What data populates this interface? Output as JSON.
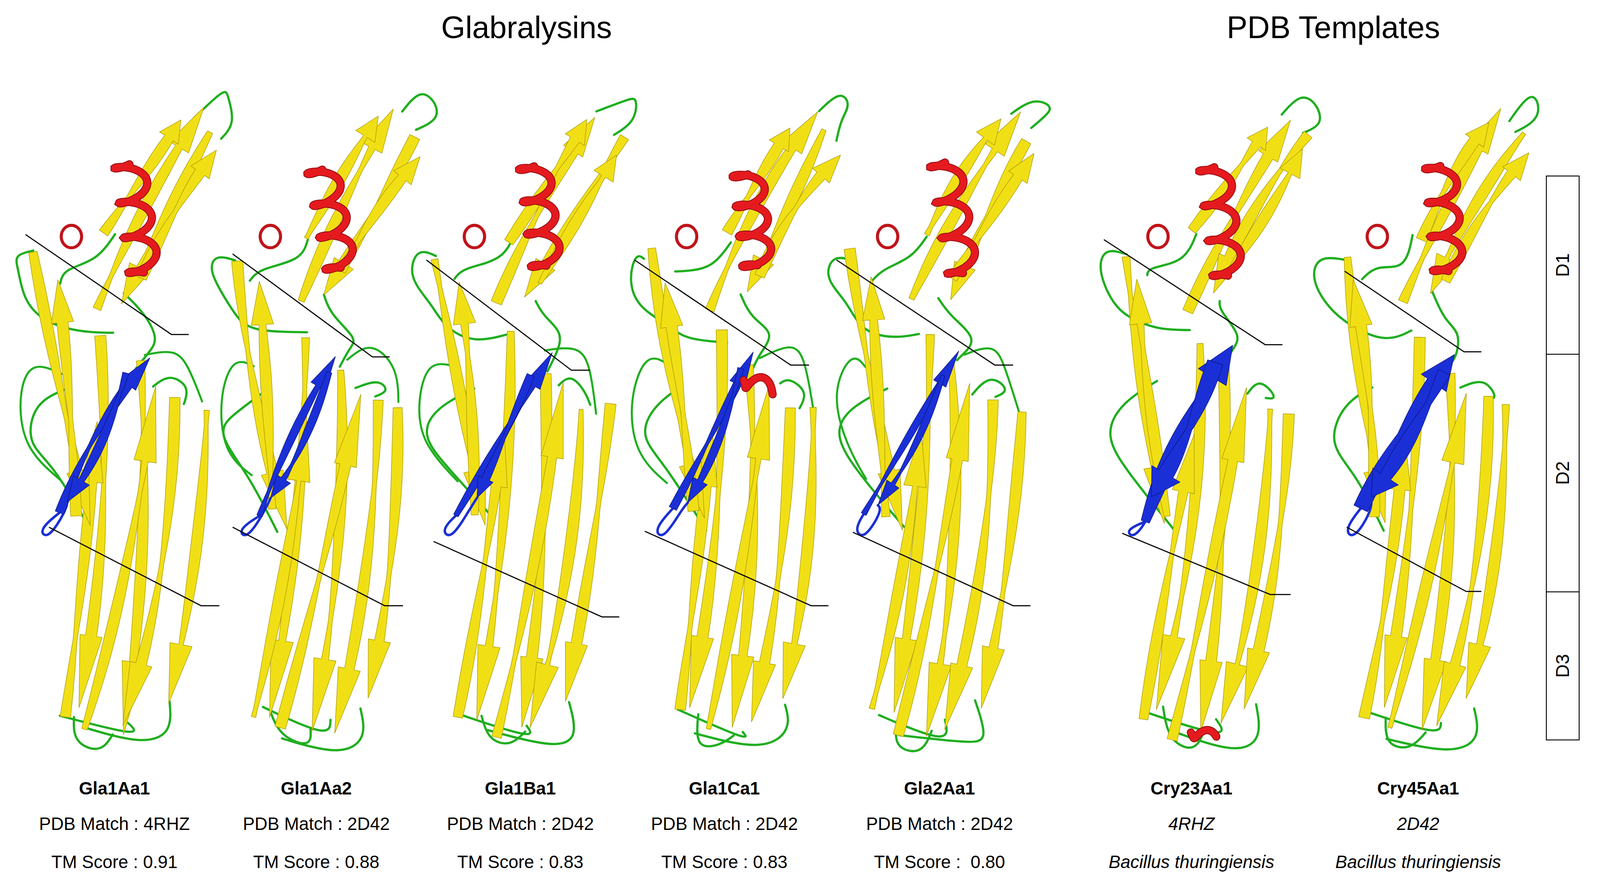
{
  "diagram": {
    "nodes": [
      {
        "text": [
          "D1"
        ]
      },
      {
        "text": [
          "D2"
        ]
      },
      {
        "text": [
          "D3"
        ]
      }
    ],
    "labels": [
      "Glabralysins",
      "PDB Templates",
      "Gla1Aa1",
      "PDB Match : 4RHZ",
      "TM Score : 0.91",
      "Gla1Aa2",
      "PDB Match : 2D42",
      "TM Score : 0.88",
      "Gla1Ba1",
      "PDB Match : 2D42",
      "TM Score : 0.83",
      "Gla1Ca1",
      "PDB Match : 2D42",
      "TM Score : 0.83",
      "Gla2Aa1",
      "PDB Match : 2D42",
      "TM Score :  0.80",
      "Cry23Aa1",
      "4RHZ",
      "Bacillus thuringiensis",
      "Cry45Aa1",
      "2D42",
      "Bacillus thuringiensis"
    ]
  }
}
